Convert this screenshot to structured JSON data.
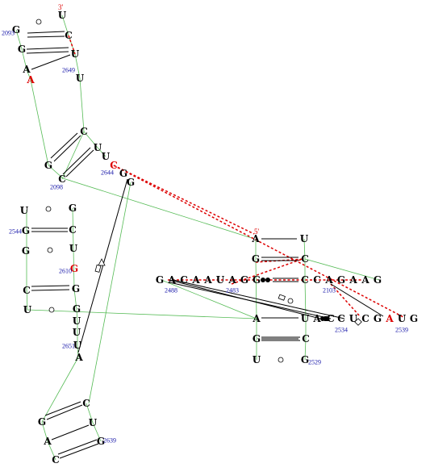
{
  "colors": {
    "backbone": "#55bb55",
    "highlight": "#dd0000",
    "number": "#1a1aaa",
    "base": "#000000"
  },
  "end_labels": {
    "three_prime": "3'",
    "five_prime": "5'"
  },
  "helix1": {
    "left": [
      "G",
      "G",
      "A"
    ],
    "right": [
      "C",
      "U",
      "U"
    ],
    "top": "U",
    "extra_a": "A",
    "numbers": {
      "n2093": "2093",
      "n2649": "2649"
    }
  },
  "helix2": {
    "top": [
      "C",
      "U"
    ],
    "bottom": [
      "G",
      "C"
    ],
    "c2644": "C",
    "g_loop": "G",
    "g_lower": "G",
    "numbers": {
      "n2644": "2644",
      "n2098": "2098"
    }
  },
  "left_helix": {
    "rows": [
      [
        "U",
        "G"
      ],
      [
        "G",
        "U"
      ],
      [
        "G",
        "G"
      ],
      [
        "C",
        "G"
      ],
      [
        "U",
        "G"
      ]
    ],
    "lower": [
      "U",
      "U",
      "A"
    ],
    "numbers": {
      "n2544": "2544",
      "n2610": "2610",
      "n2651": "2651"
    }
  },
  "bottom_helix": {
    "top": "C",
    "left": [
      "G",
      "A",
      "C"
    ],
    "right": [
      "U",
      "G"
    ],
    "numbers": {
      "n2639": "2639"
    }
  },
  "center": {
    "top_pair": [
      "A",
      "U"
    ],
    "second_pair": [
      "G",
      "C"
    ],
    "strand": [
      "G",
      "A",
      "C",
      "A",
      "A",
      "U",
      "A",
      "G",
      "G",
      "C",
      "C",
      "A",
      "G",
      "A",
      "A",
      "G"
    ],
    "lower_strand": [
      "A",
      "U",
      "A",
      "C",
      "C",
      "U",
      "C",
      "G",
      "A",
      "U",
      "G"
    ],
    "below": [
      "G",
      "C",
      "U",
      "G"
    ],
    "numbers": {
      "n2488": "2488",
      "n2483": "2483",
      "n2103": "2103",
      "n2534": "2534",
      "n2539": "2539",
      "n2529": "2529"
    }
  }
}
